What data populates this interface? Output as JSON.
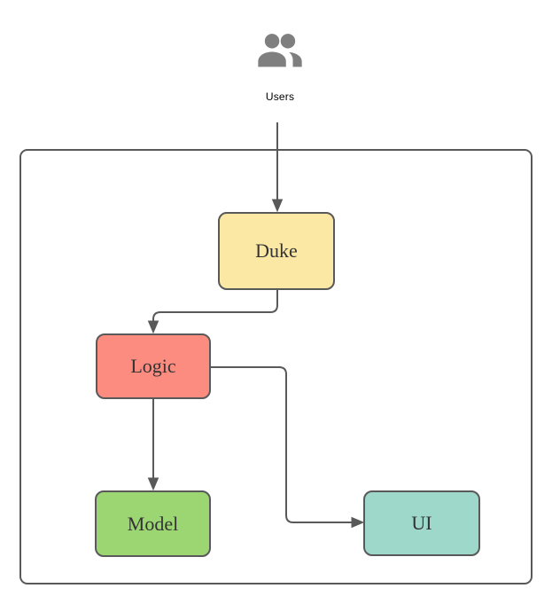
{
  "diagram": {
    "actor": {
      "label": "Users",
      "icon": "people-icon",
      "icon_color": "#7f7f7f"
    },
    "nodes": {
      "duke": {
        "label": "Duke",
        "fill": "#fce8a5",
        "stroke": "#595959"
      },
      "logic": {
        "label": "Logic",
        "fill": "#fc8c80",
        "stroke": "#595959"
      },
      "model": {
        "label": "Model",
        "fill": "#9cd672",
        "stroke": "#595959"
      },
      "ui": {
        "label": "UI",
        "fill": "#9dd8cb",
        "stroke": "#595959"
      }
    },
    "edges": [
      {
        "from": "Users",
        "to": "Duke",
        "style": "arrow"
      },
      {
        "from": "Duke",
        "to": "Logic",
        "style": "arrow"
      },
      {
        "from": "Logic",
        "to": "Model",
        "style": "arrow"
      },
      {
        "from": "Logic",
        "to": "UI",
        "style": "arrow"
      }
    ],
    "edge_color": "#595959",
    "boundary_stroke": "#595959",
    "label_text_color": "#333333"
  }
}
